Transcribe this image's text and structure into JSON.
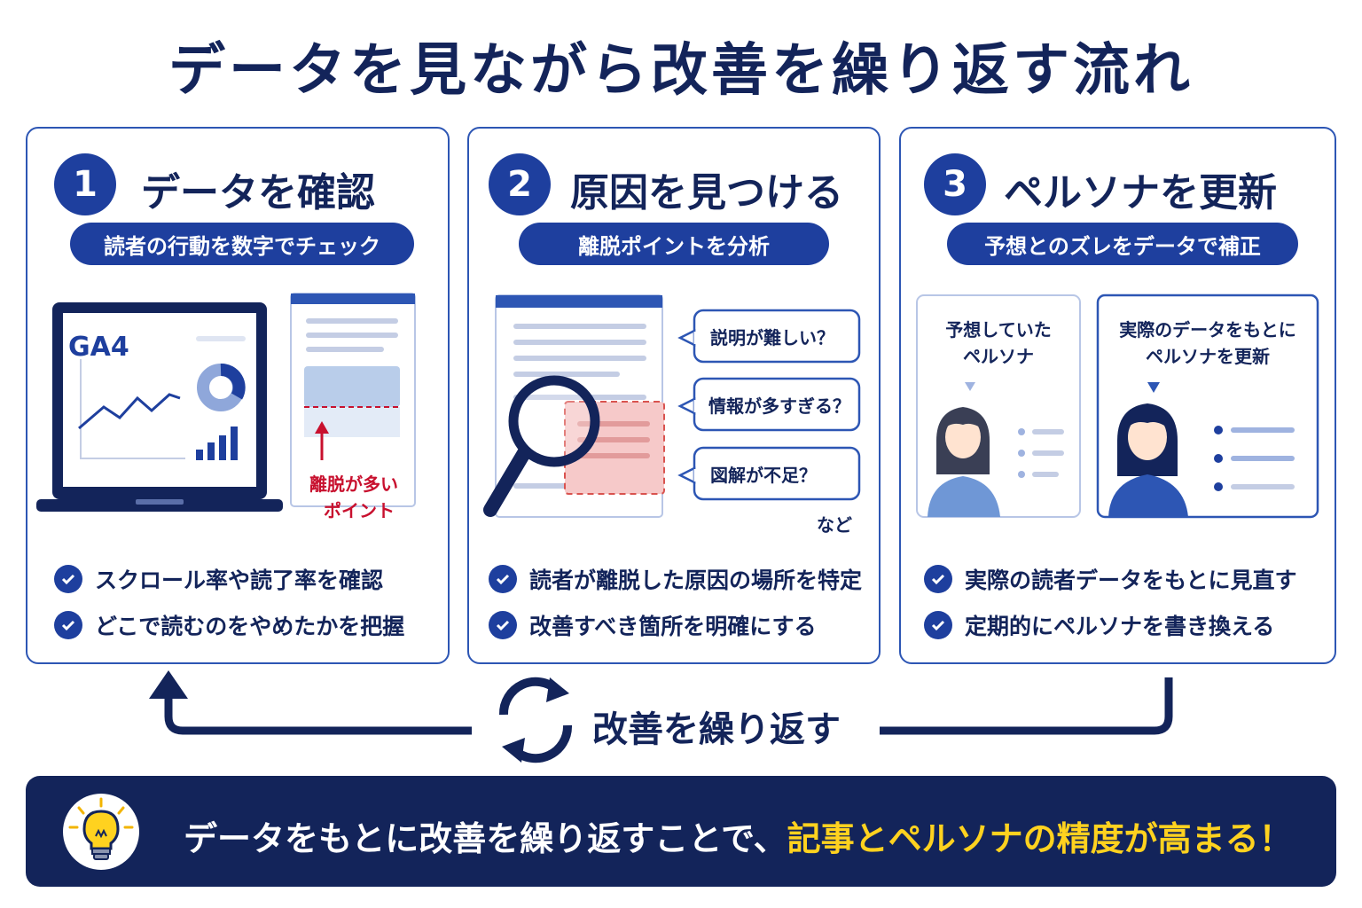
{
  "title": "データを見ながら改善を繰り返す流れ",
  "colors": {
    "navy": "#13245a",
    "blue": "#1e3f9e",
    "accent_red": "#c8102e",
    "highlight": "#ffd21f"
  },
  "steps": [
    {
      "number": "1",
      "title": "データを確認",
      "subtitle": "読者の行動を数字でチェック",
      "illustration": {
        "laptop_label": "GA4",
        "exit_note_line1": "離脱が多い",
        "exit_note_line2": "ポイント"
      },
      "checks": [
        "スクロール率や読了率を確認",
        "どこで読むのをやめたかを把握"
      ]
    },
    {
      "number": "2",
      "title": "原因を見つける",
      "subtitle": "離脱ポイントを分析",
      "illustration": {
        "bubbles": [
          "説明が難しい？",
          "情報が多すぎる？",
          "図解が不足？"
        ],
        "etc": "など"
      },
      "checks": [
        "読者が離脱した原因の場所を特定",
        "改善すべき箇所を明確にする"
      ]
    },
    {
      "number": "3",
      "title": "ペルソナを更新",
      "subtitle": "予想とのズレをデータで補正",
      "illustration": {
        "before_line1": "予想していた",
        "before_line2": "ペルソナ",
        "after_line1": "実際のデータをもとに",
        "after_line2": "ペルソナを更新"
      },
      "checks": [
        "実際の読者データをもとに見直す",
        "定期的にペルソナを書き換える"
      ]
    }
  ],
  "loop_label": "改善を繰り返す",
  "banner": {
    "text_plain": "データをもとに改善を繰り返すことで、",
    "text_highlight": "記事とペルソナの精度が高まる！"
  },
  "icons": [
    "check-icon",
    "cycle-icon",
    "lightbulb-icon",
    "magnifier-icon",
    "laptop-icon",
    "person-icon",
    "arrow-up-icon",
    "return-arrow-icon"
  ]
}
